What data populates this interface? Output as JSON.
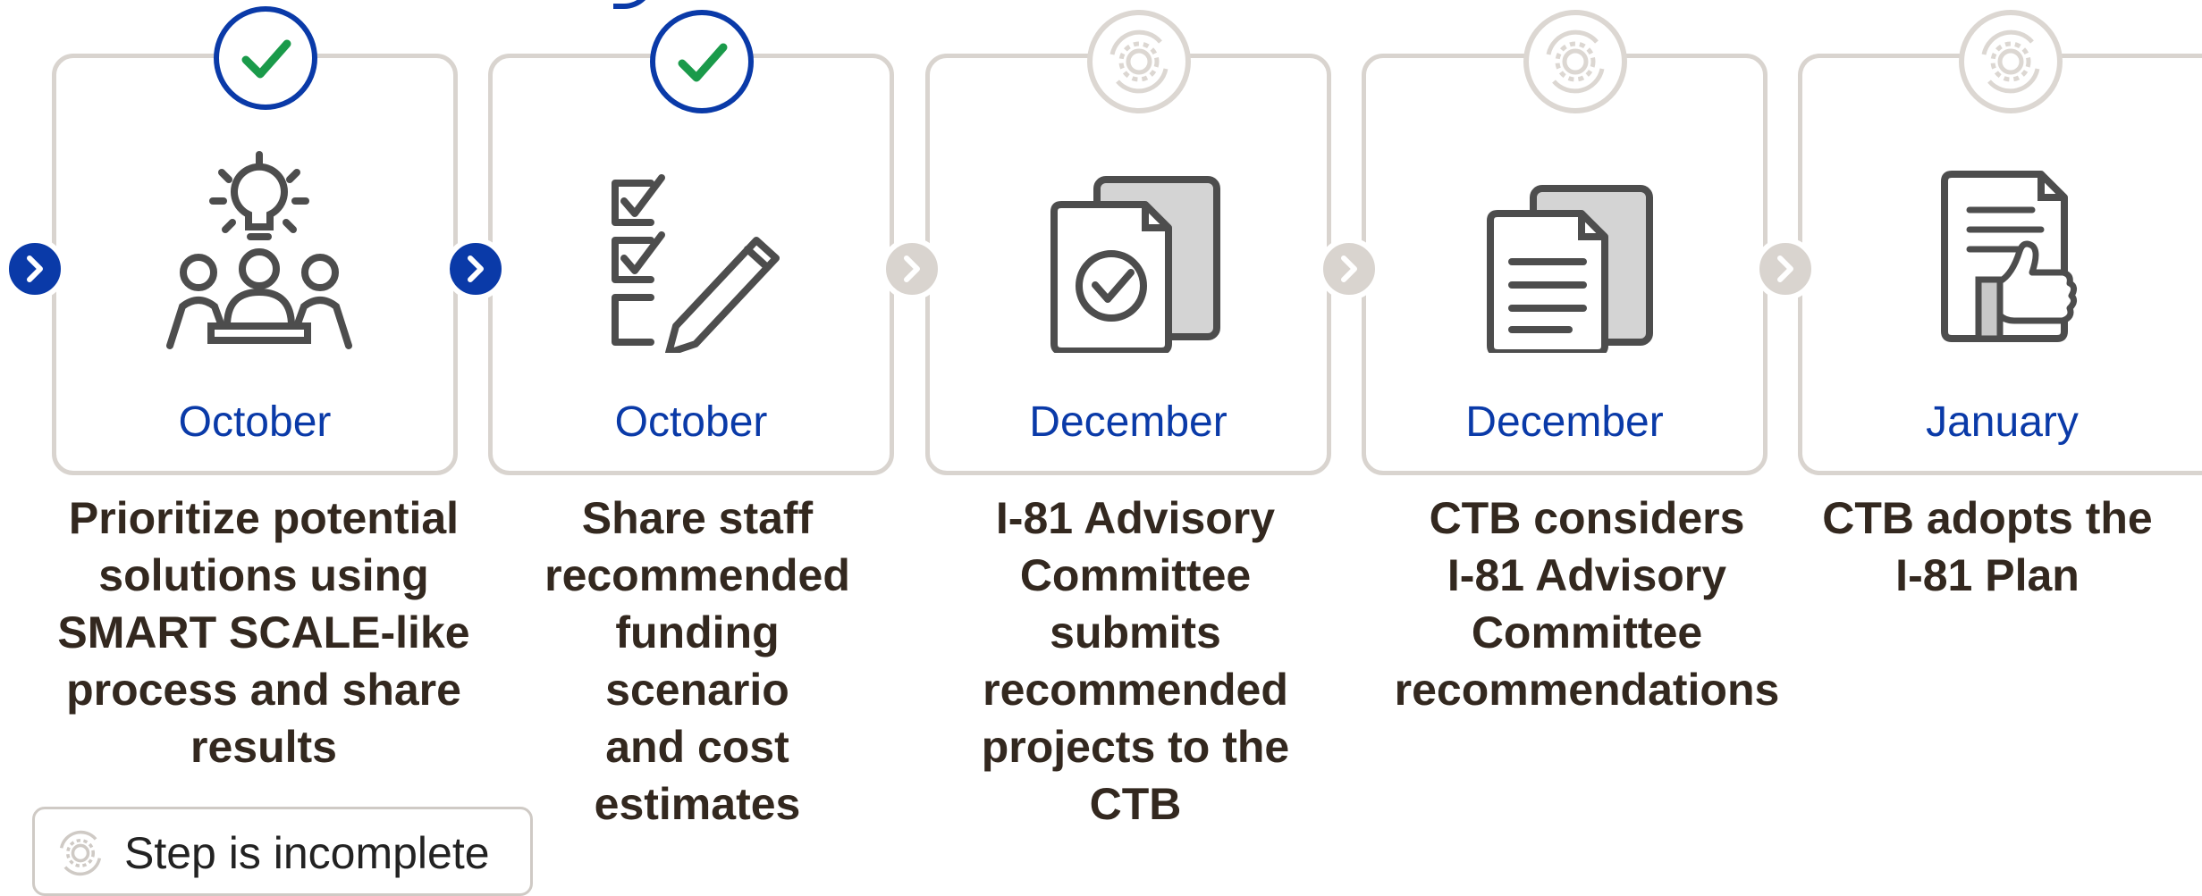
{
  "steps": [
    {
      "month": "October",
      "status": "complete",
      "icon": "team-idea-icon",
      "lines": [
        "Prioritize potential",
        "solutions using",
        "SMART SCALE-like",
        "process and share",
        "results"
      ]
    },
    {
      "month": "October",
      "status": "complete",
      "icon": "checklist-pencil-icon",
      "lines": [
        "Share staff",
        "recommended",
        "funding",
        "scenario",
        "and cost",
        "estimates"
      ]
    },
    {
      "month": "December",
      "status": "incomplete",
      "icon": "documents-check-icon",
      "lines": [
        "I-81 Advisory",
        "Committee",
        "submits",
        "recommended",
        "projects to the",
        "CTB"
      ]
    },
    {
      "month": "December",
      "status": "incomplete",
      "icon": "documents-lines-icon",
      "lines": [
        "CTB considers",
        "I-81 Advisory",
        "Committee",
        "recommendations"
      ]
    },
    {
      "month": "January",
      "status": "incomplete",
      "icon": "document-thumbs-up-icon",
      "lines": [
        "CTB adopts the",
        "I-81 Plan"
      ]
    }
  ],
  "legend": {
    "label": "Step is incomplete",
    "icon": "gear-cycle-icon"
  },
  "colors": {
    "accent": "#0a3aa8",
    "check": "#1a9a4a",
    "muted": "#d9d4cf",
    "icon": "#4d4d4d",
    "text": "#33281f"
  }
}
